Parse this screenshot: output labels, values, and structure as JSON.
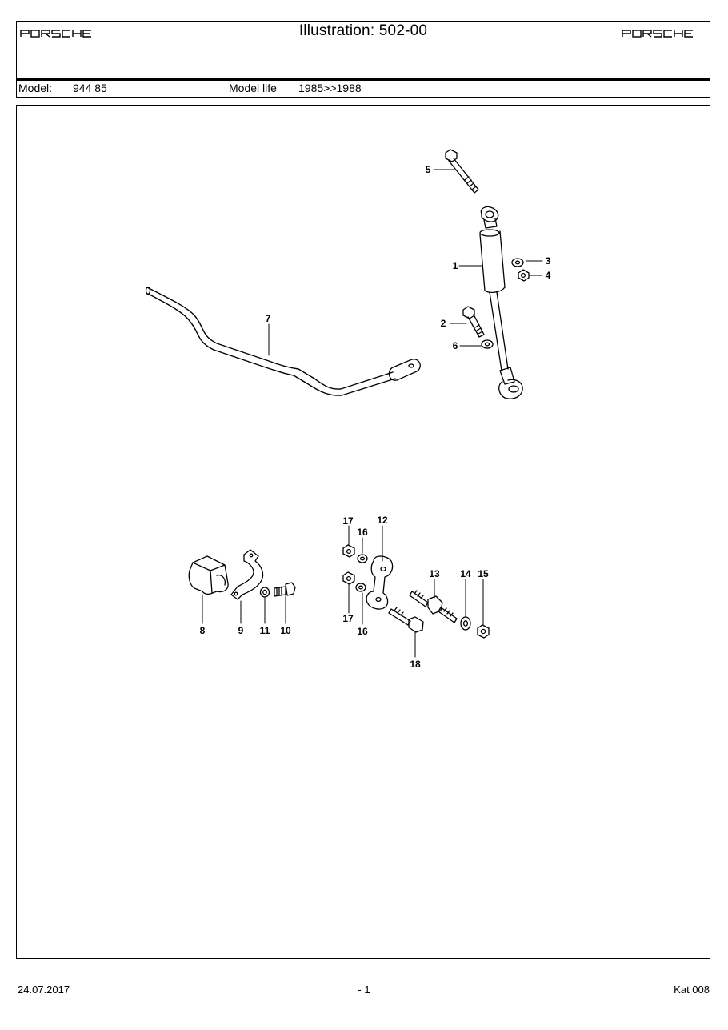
{
  "header": {
    "brand_logo": "PORSCHE",
    "title": "Illustration: 502-00",
    "model_label": "Model:",
    "model_value": "944 85",
    "model_life_label": "Model life",
    "model_life_value": "1985>>1988"
  },
  "callouts": [
    "5",
    "1",
    "3",
    "4",
    "2",
    "6",
    "7",
    "17",
    "16",
    "12",
    "13",
    "14",
    "15",
    "8",
    "9",
    "11",
    "10",
    "17",
    "16",
    "18"
  ],
  "footer": {
    "date": "24.07.2017",
    "page": "- 1",
    "catalog": "Kat 008"
  }
}
